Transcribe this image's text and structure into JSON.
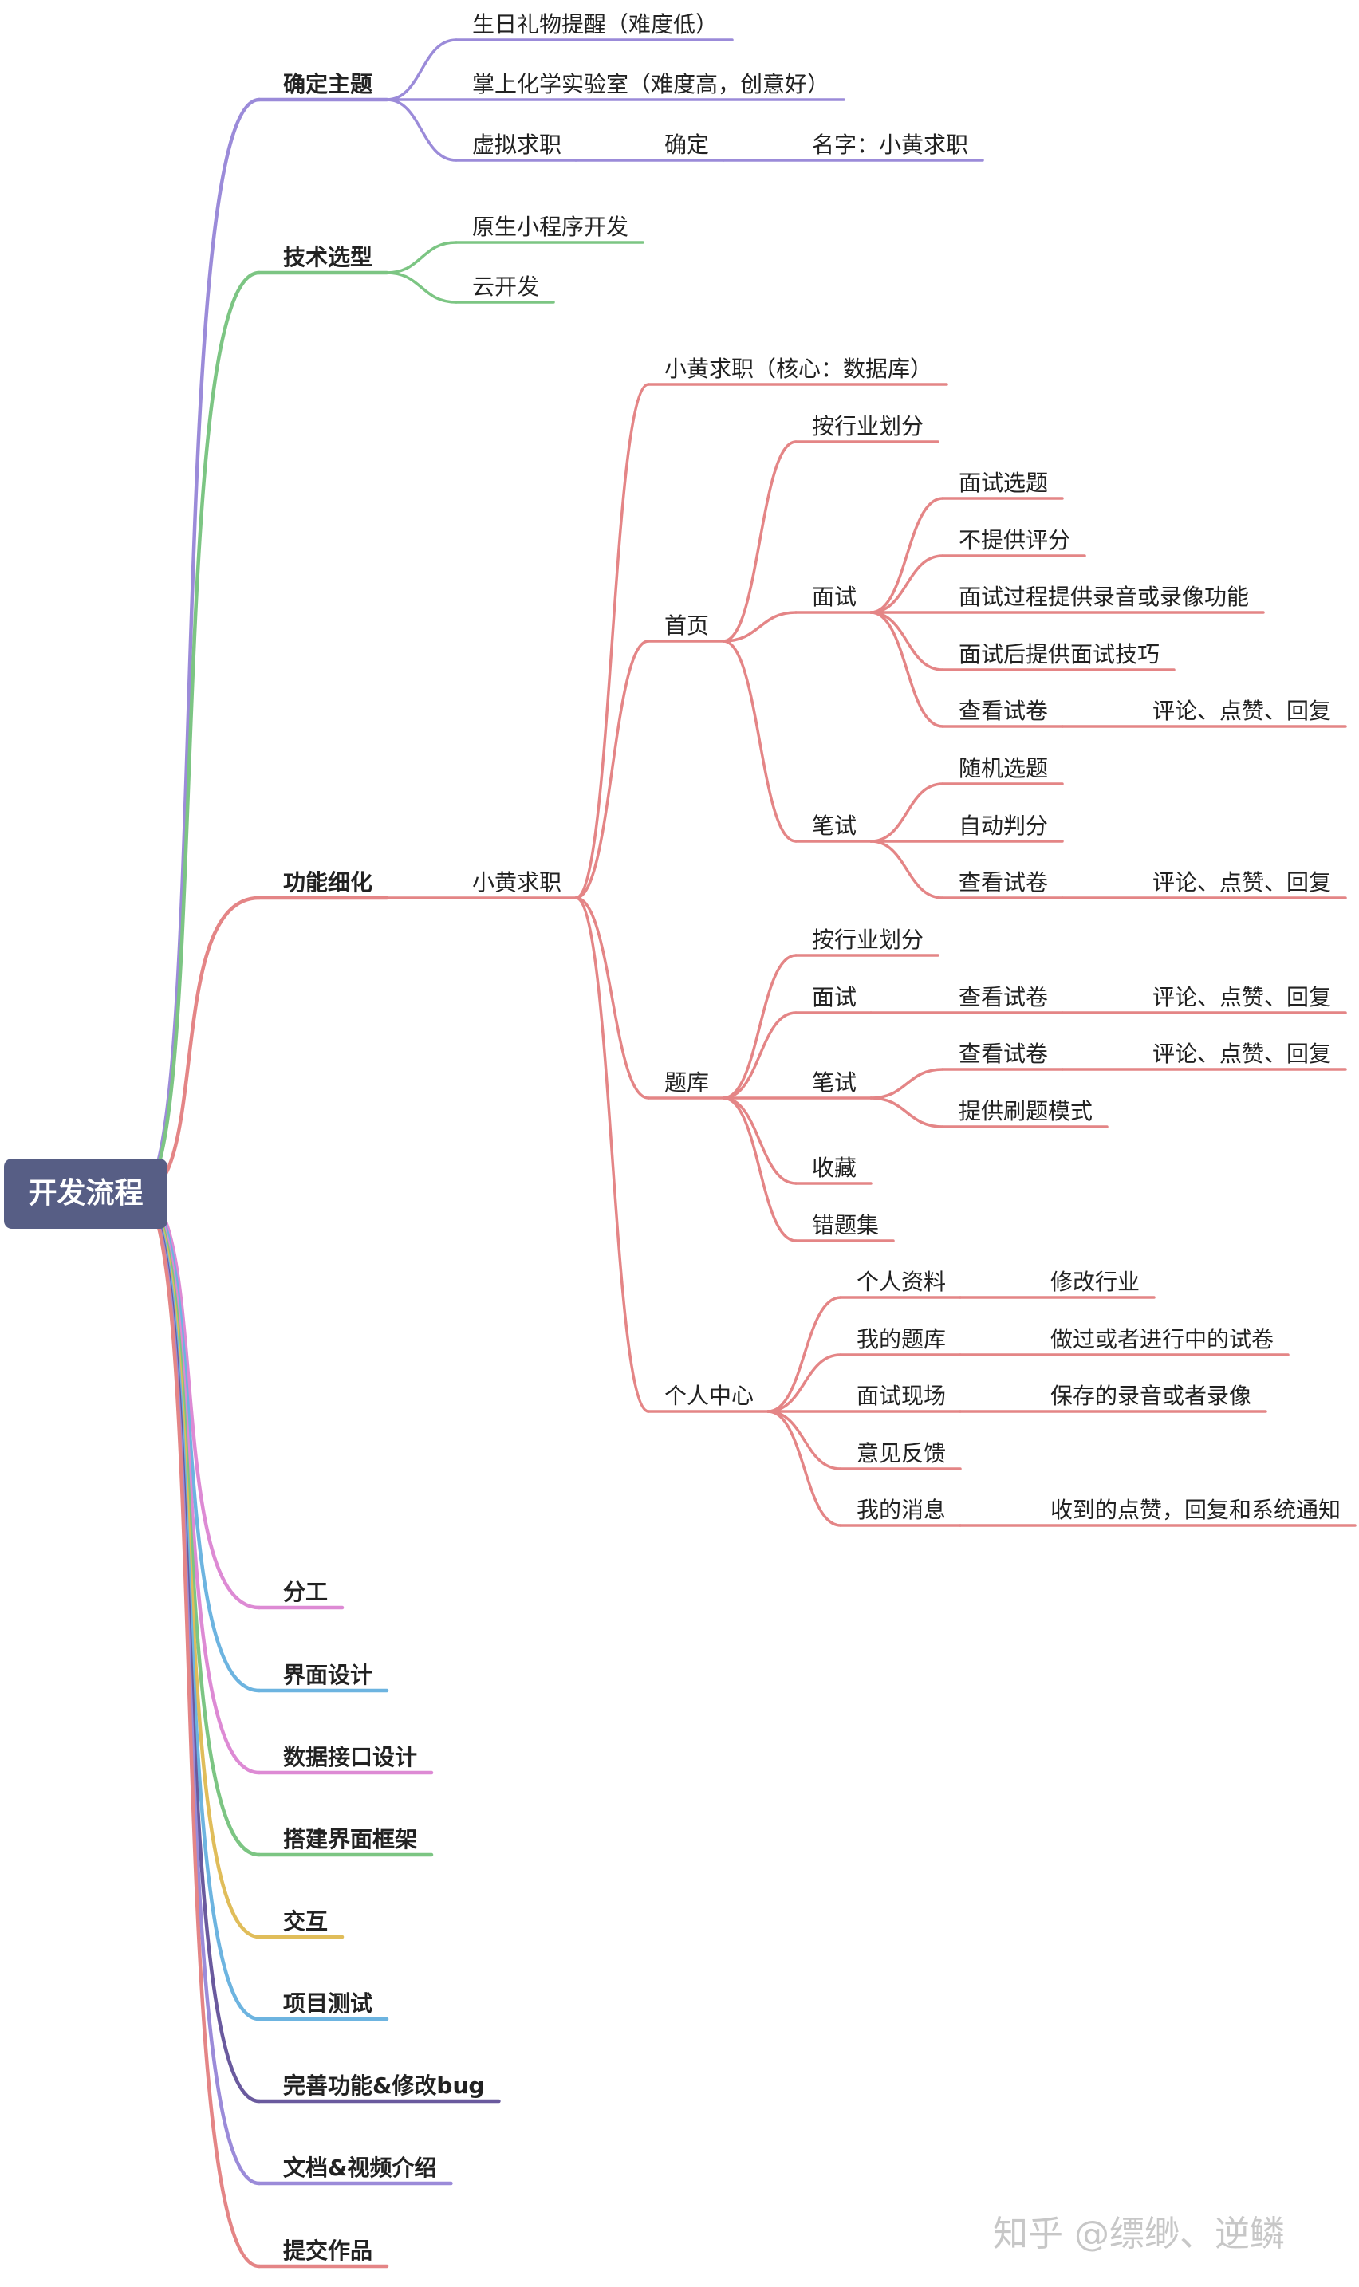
{
  "root": "开发流程",
  "branches": [
    {
      "label": "确定主题",
      "color": "#9b8bd9",
      "children": [
        {
          "label": "生日礼物提醒（难度低）"
        },
        {
          "label": "掌上化学实验室（难度高，创意好）"
        },
        {
          "label": "虚拟求职",
          "children": [
            {
              "label": "确定",
              "children": [
                {
                  "label": "名字：小黄求职"
                }
              ]
            }
          ]
        }
      ]
    },
    {
      "label": "技术选型",
      "color": "#7cc583",
      "children": [
        {
          "label": "原生小程序开发"
        },
        {
          "label": "云开发"
        }
      ]
    },
    {
      "label": "功能细化",
      "color": "#e48586",
      "children": [
        {
          "label": "小黄求职",
          "children": [
            {
              "label": "小黄求职（核心：数据库）"
            },
            {
              "label": "首页",
              "children": [
                {
                  "label": "按行业划分"
                },
                {
                  "label": "面试",
                  "children": [
                    {
                      "label": "面试选题"
                    },
                    {
                      "label": "不提供评分"
                    },
                    {
                      "label": "面试过程提供录音或录像功能"
                    },
                    {
                      "label": "面试后提供面试技巧"
                    },
                    {
                      "label": "查看试卷",
                      "children": [
                        {
                          "label": "评论、点赞、回复"
                        }
                      ]
                    }
                  ]
                },
                {
                  "label": "笔试",
                  "children": [
                    {
                      "label": "随机选题"
                    },
                    {
                      "label": "自动判分"
                    },
                    {
                      "label": "查看试卷",
                      "children": [
                        {
                          "label": "评论、点赞、回复"
                        }
                      ]
                    }
                  ]
                }
              ]
            },
            {
              "label": "题库",
              "children": [
                {
                  "label": "按行业划分"
                },
                {
                  "label": "面试",
                  "children": [
                    {
                      "label": "查看试卷",
                      "children": [
                        {
                          "label": "评论、点赞、回复"
                        }
                      ]
                    }
                  ]
                },
                {
                  "label": "笔试",
                  "children": [
                    {
                      "label": "查看试卷",
                      "children": [
                        {
                          "label": "评论、点赞、回复"
                        }
                      ]
                    },
                    {
                      "label": "提供刷题模式"
                    }
                  ]
                },
                {
                  "label": "收藏"
                },
                {
                  "label": "错题集"
                }
              ]
            },
            {
              "label": "个人中心",
              "children": [
                {
                  "label": "个人资料",
                  "children": [
                    {
                      "label": "修改行业"
                    }
                  ]
                },
                {
                  "label": "我的题库",
                  "children": [
                    {
                      "label": "做过或者进行中的试卷"
                    }
                  ]
                },
                {
                  "label": "面试现场",
                  "children": [
                    {
                      "label": "保存的录音或者录像"
                    }
                  ]
                },
                {
                  "label": "意见反馈"
                },
                {
                  "label": "我的消息",
                  "children": [
                    {
                      "label": "收到的点赞，回复和系统通知"
                    }
                  ]
                }
              ]
            }
          ]
        }
      ]
    },
    {
      "label": "分工",
      "color": "#dd8ad4"
    },
    {
      "label": "界面设计",
      "color": "#6db4e0"
    },
    {
      "label": "数据接口设计",
      "color": "#dd8ad4"
    },
    {
      "label": "搭建界面框架",
      "color": "#7cc583"
    },
    {
      "label": "交互",
      "color": "#e0bd5a"
    },
    {
      "label": "项目测试",
      "color": "#6db4e0"
    },
    {
      "label": "完善功能&修改bug",
      "color": "#6a5a9e"
    },
    {
      "label": "文档&视频介绍",
      "color": "#9b8bd9"
    },
    {
      "label": "提交作品",
      "color": "#e48586"
    }
  ],
  "watermark": "知乎 @缥缈、逆鳞"
}
